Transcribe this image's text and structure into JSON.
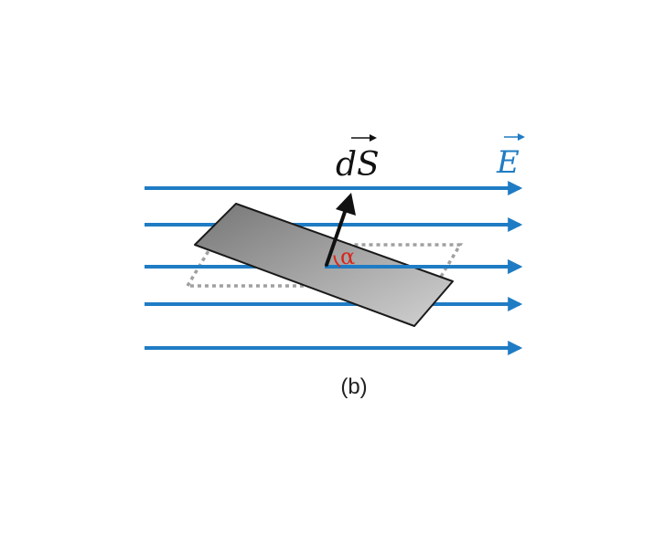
{
  "labels": {
    "field": "E",
    "surface_vector": "dS",
    "angle": "α",
    "caption": "(b)"
  },
  "colors": {
    "field_line": "#1f7cc4",
    "surface_vector": "#111111",
    "angle": "#d9251d",
    "plate_light": "#d2d2d2",
    "plate_dark": "#767676",
    "plate_edge": "#1a1a1a",
    "dotted_outline": "#a0a0a0"
  },
  "field_line_count": 5
}
